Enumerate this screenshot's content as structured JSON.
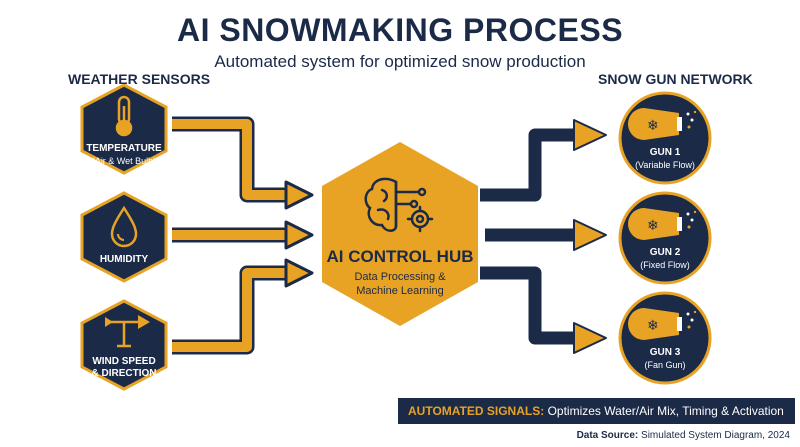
{
  "header": {
    "title": "AI SNOWMAKING PROCESS",
    "subtitle": "Automated system for optimized snow production"
  },
  "sensors": {
    "heading": "WEATHER SENSORS",
    "items": [
      {
        "label": "TEMPERATURE",
        "sub": "(Air & Wet Bulb)",
        "icon": "thermometer-icon"
      },
      {
        "label": "HUMIDITY",
        "sub": "",
        "icon": "water-drop-icon"
      },
      {
        "label": "WIND SPEED",
        "label2": "& DIRECTION",
        "icon": "wind-vane-icon"
      }
    ]
  },
  "hub": {
    "title": "AI CONTROL HUB",
    "sub1": "Data Processing &",
    "sub2": "Machine Learning",
    "icon": "brain-gear-icon"
  },
  "guns": {
    "heading": "SNOW GUN NETWORK",
    "items": [
      {
        "label": "GUN 1",
        "sub": "(Variable Flow)",
        "icon": "snow-cannon-icon"
      },
      {
        "label": "GUN 2",
        "sub": "(Fixed Flow)",
        "icon": "snow-cannon-icon"
      },
      {
        "label": "GUN 3",
        "sub": "(Fan Gun)",
        "icon": "snow-cannon-icon"
      }
    ]
  },
  "footer": {
    "signals_key": "AUTOMATED SIGNALS:",
    "signals_text": "Optimizes Water/Air Mix, Timing & Activation",
    "source_key": "Data Source:",
    "source_text": "Simulated System Diagram, 2024"
  },
  "colors": {
    "navy": "#1b2a47",
    "gold": "#e8a325",
    "white": "#ffffff"
  }
}
